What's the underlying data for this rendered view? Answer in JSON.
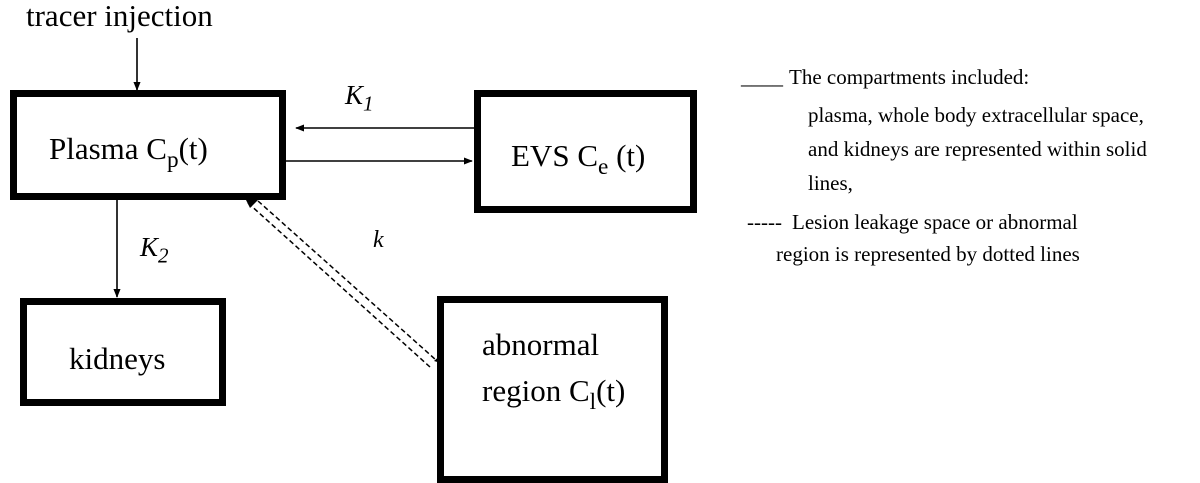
{
  "input": {
    "label": "tracer injection"
  },
  "compartments": {
    "plasma": {
      "label": "Plasma C",
      "sub": "p",
      "suffix": "(t)"
    },
    "evs": {
      "label": "EVS C",
      "sub": "e",
      "suffix": " (t)"
    },
    "kidneys": {
      "label": "kidneys"
    },
    "abnormal": {
      "line1": "abnormal",
      "line2": "region C",
      "sub": "l",
      "suffix": "(t)"
    }
  },
  "rates": {
    "k1": {
      "base": "K",
      "sub": "1"
    },
    "k2": {
      "base": "K",
      "sub": "2"
    },
    "k": {
      "base": "k"
    }
  },
  "legend": {
    "solid_marker": "____",
    "solid_title": "The compartments included:",
    "solid_desc": [
      "plasma, whole body extracellular space,",
      "and kidneys are represented within solid",
      "lines,"
    ],
    "dotted_marker": "-----",
    "dotted_line1": "Lesion leakage space or abnormal",
    "dotted_line2": "region is represented by dotted lines"
  }
}
